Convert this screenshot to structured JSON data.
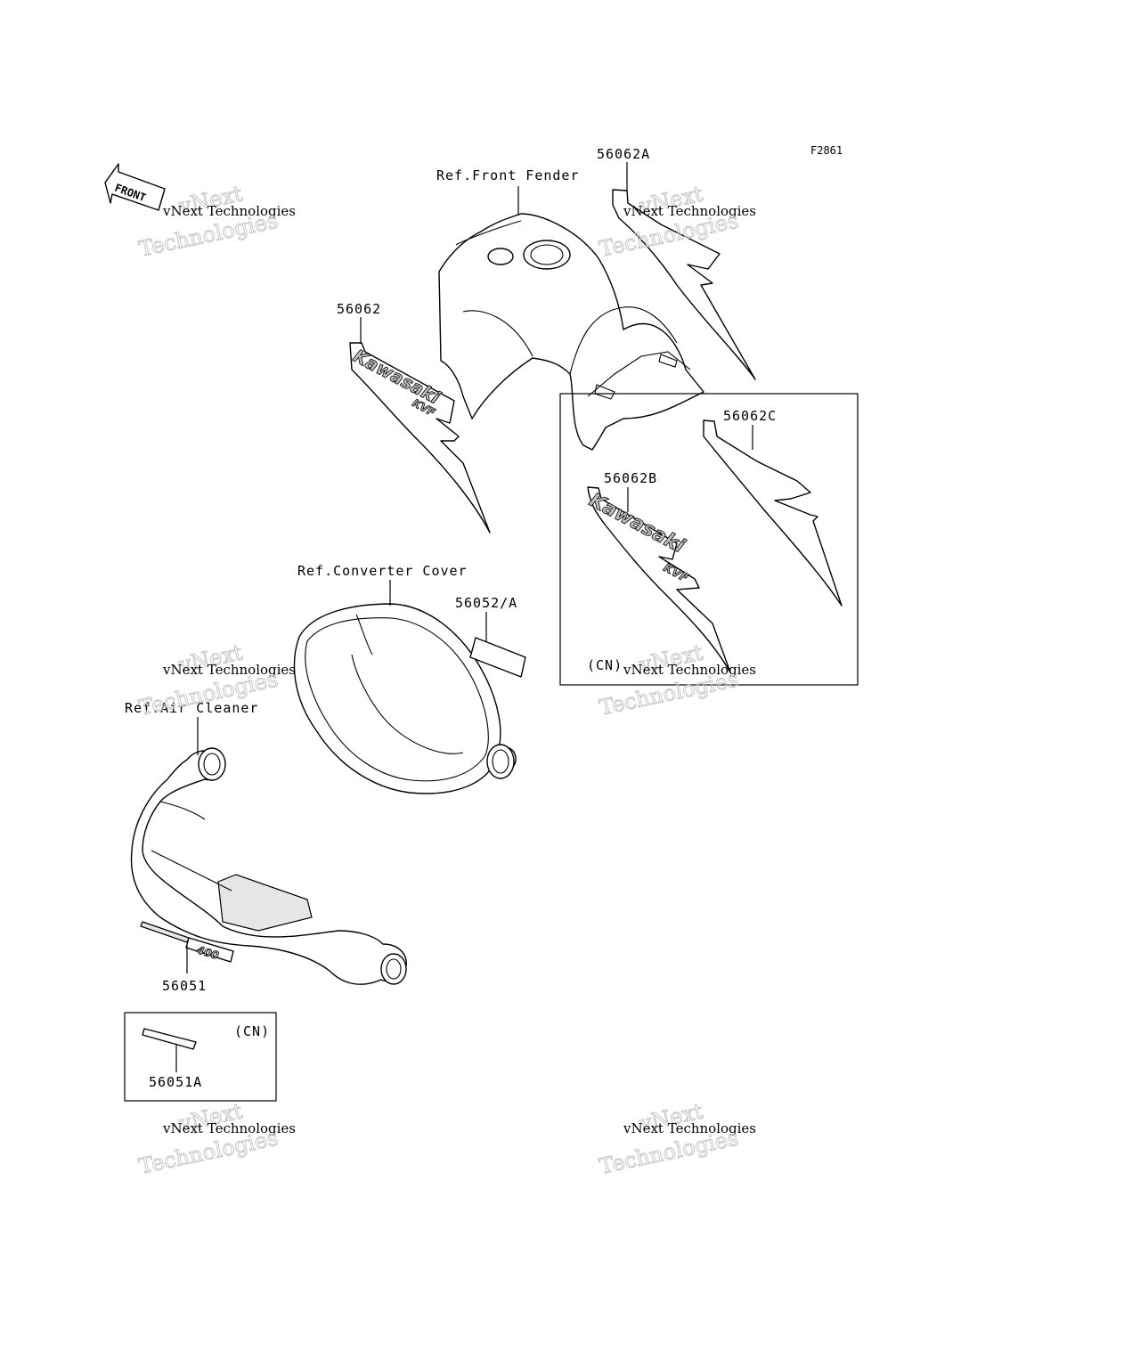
{
  "figure_id": "F2861",
  "front_arrow_label": "FRONT",
  "refs": {
    "front_fender": "Ref.Front Fender",
    "converter_cover": "Ref.Converter Cover",
    "air_cleaner": "Ref.Air Cleaner"
  },
  "parts": {
    "p56062A": "56062A",
    "p56062": "56062",
    "p56062C": "56062C",
    "p56062B": "56062B",
    "p56052A": "56052/A",
    "p56051": "56051",
    "p56051A": "56051A"
  },
  "cn_labels": {
    "decal_box": "(CN)",
    "stripe_box": "(CN)"
  },
  "decal_logos": {
    "brand": "Kawasaki",
    "model": "KVF"
  },
  "air_cleaner_decal_text": "400",
  "watermark": {
    "line1": "vNext Technologies",
    "line2": "Technologies",
    "line3": "vNext"
  },
  "colors": {
    "line": "#000000",
    "watermark_outline": "#c8c8c8",
    "decal_fill": "#bdbdbd"
  }
}
